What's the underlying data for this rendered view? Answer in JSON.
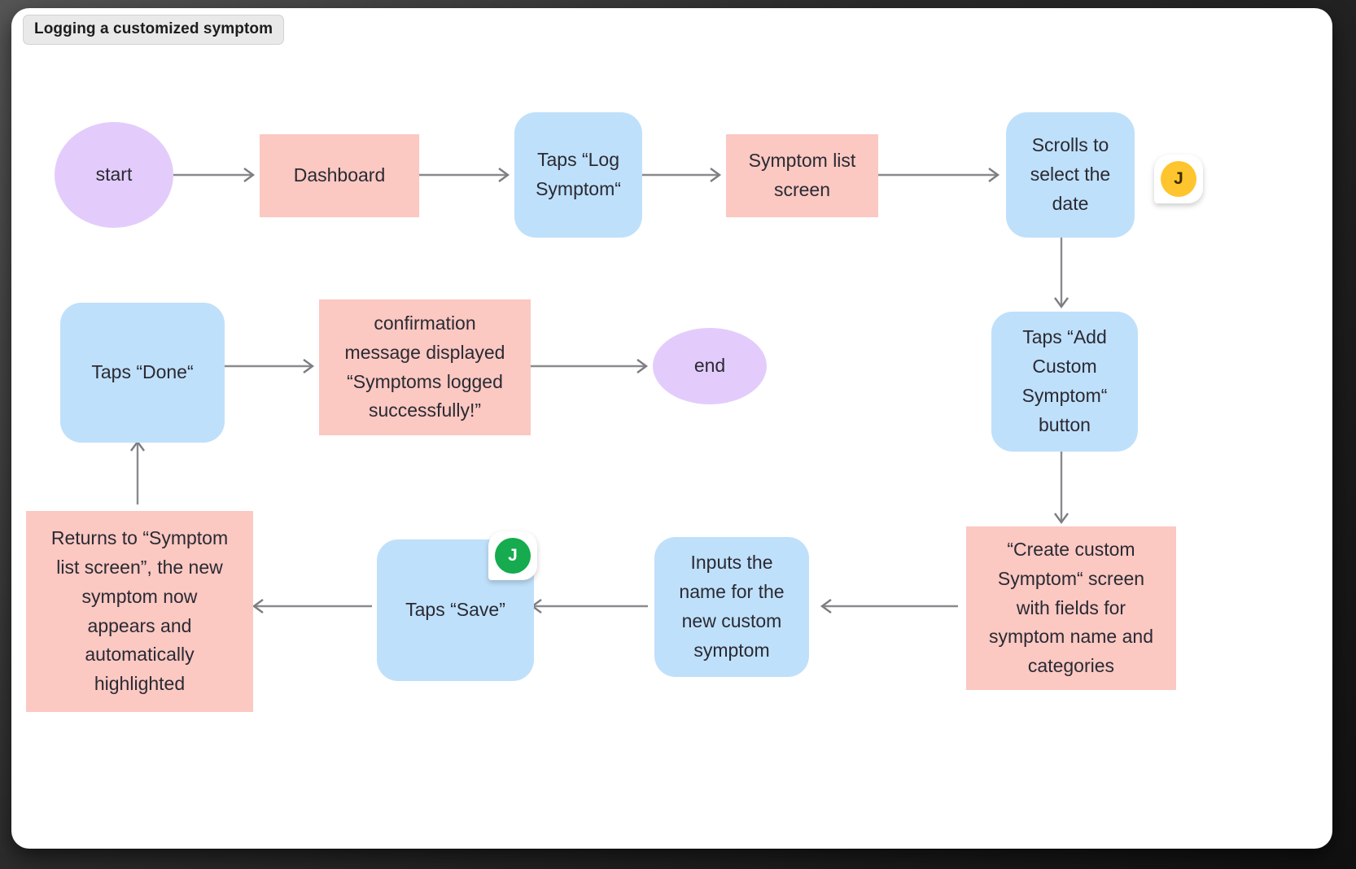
{
  "page": {
    "title": "Logging a customized symptom",
    "canvas_background": "#ffffff",
    "frame_background": "#2f2f2f"
  },
  "palette": {
    "pink": "#fbc8c2",
    "blue": "#bfe0fa",
    "purple": "#e3ccfb",
    "edge": "#888a8e",
    "avatar_yellow": "#fec52e",
    "avatar_green": "#15ab4e",
    "text": "#2a2a33"
  },
  "diagram": {
    "type": "flowchart",
    "nodes": [
      {
        "id": "start",
        "label": "start",
        "shape": "circle",
        "color": "purple"
      },
      {
        "id": "dashboard",
        "label": "Dashboard",
        "shape": "rectangle",
        "color": "pink"
      },
      {
        "id": "log-symptom",
        "label": "Taps “Log\nSymptom“",
        "shape": "rounded-rect",
        "color": "blue"
      },
      {
        "id": "symptom-list",
        "label": "Symptom list\nscreen",
        "shape": "rectangle",
        "color": "pink"
      },
      {
        "id": "scroll-date",
        "label": "Scrolls to\nselect the\ndate",
        "shape": "rounded-rect",
        "color": "blue"
      },
      {
        "id": "add-custom",
        "label": "Taps “Add\nCustom\nSymptom“\nbutton",
        "shape": "rounded-rect",
        "color": "blue"
      },
      {
        "id": "create-screen",
        "label": "“Create custom\nSymptom“ screen\nwith fields for\nsymptom name and\ncategories",
        "shape": "rectangle",
        "color": "pink"
      },
      {
        "id": "input-name",
        "label": "Inputs the\nname for the\nnew custom\nsymptom",
        "shape": "rounded-rect",
        "color": "blue"
      },
      {
        "id": "taps-save",
        "label": "Taps “Save”",
        "shape": "rounded-rect",
        "color": "blue"
      },
      {
        "id": "returns-list",
        "label": "Returns to “Symptom\nlist screen”, the new\nsymptom now\nappears and\nautomatically\nhighlighted",
        "shape": "rectangle",
        "color": "pink"
      },
      {
        "id": "taps-done",
        "label": "Taps “Done“",
        "shape": "rounded-rect",
        "color": "blue"
      },
      {
        "id": "confirmation",
        "label": "confirmation\nmessage displayed\n“Symptoms logged\nsuccessfully!”",
        "shape": "rectangle",
        "color": "pink"
      },
      {
        "id": "end",
        "label": "end",
        "shape": "circle",
        "color": "purple"
      }
    ],
    "edges": [
      {
        "from": "start",
        "to": "dashboard",
        "direction": "right"
      },
      {
        "from": "dashboard",
        "to": "log-symptom",
        "direction": "right"
      },
      {
        "from": "log-symptom",
        "to": "symptom-list",
        "direction": "right"
      },
      {
        "from": "symptom-list",
        "to": "scroll-date",
        "direction": "right"
      },
      {
        "from": "scroll-date",
        "to": "add-custom",
        "direction": "down"
      },
      {
        "from": "add-custom",
        "to": "create-screen",
        "direction": "down"
      },
      {
        "from": "create-screen",
        "to": "input-name",
        "direction": "left"
      },
      {
        "from": "input-name",
        "to": "taps-save",
        "direction": "left"
      },
      {
        "from": "taps-save",
        "to": "returns-list",
        "direction": "left"
      },
      {
        "from": "returns-list",
        "to": "taps-done",
        "direction": "up"
      },
      {
        "from": "taps-done",
        "to": "confirmation",
        "direction": "right"
      },
      {
        "from": "confirmation",
        "to": "end",
        "direction": "right"
      }
    ],
    "avatars": [
      {
        "id": "avatar-scroll-date",
        "initial": "J",
        "color": "yellow",
        "attached_to": "scroll-date"
      },
      {
        "id": "avatar-taps-save",
        "initial": "J",
        "color": "green",
        "attached_to": "taps-save"
      }
    ]
  }
}
